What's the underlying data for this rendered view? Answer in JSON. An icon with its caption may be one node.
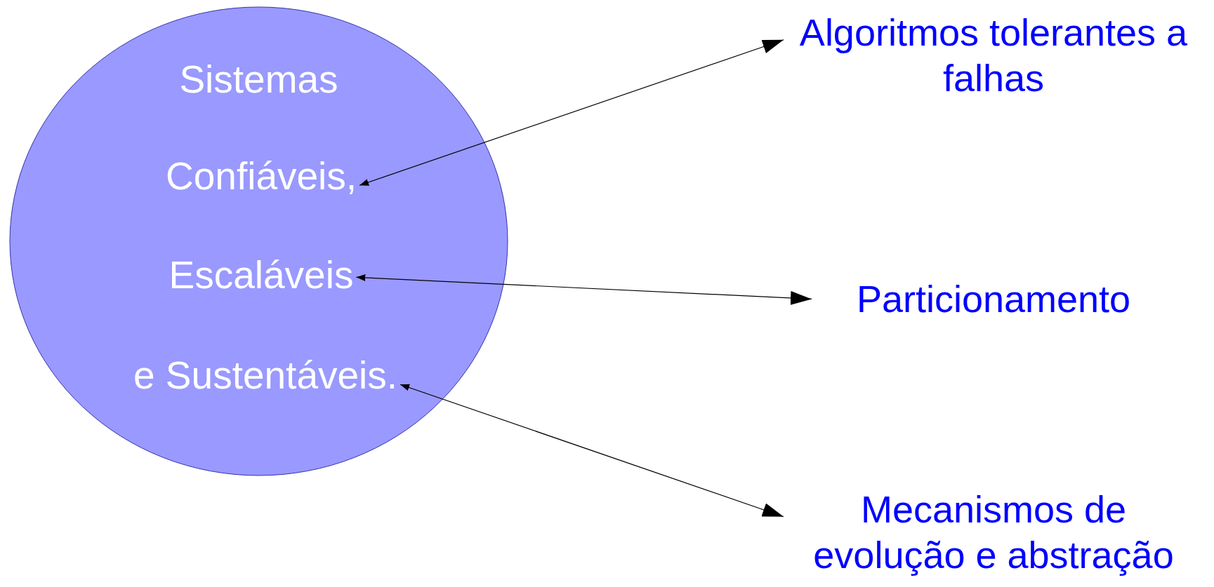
{
  "diagram": {
    "nodes": [
      {
        "text": [
          "Sistemas"
        ]
      },
      {
        "text": [
          "Confiáveis,"
        ],
        "in": 0
      },
      {
        "text": [
          "Escaláveis"
        ],
        "in": 0
      },
      {
        "text": [
          "e Sustentáveis."
        ],
        "in": 0
      },
      {
        "text": [
          "Algoritmos tolerantes a falhas"
        ]
      },
      {
        "text": [
          "Particionamento"
        ]
      },
      {
        "text": [
          "Mecanismos de evolução e abstração"
        ]
      }
    ],
    "edges": [
      {
        "from": 1,
        "to": 4,
        "arrow": "both"
      },
      {
        "from": 2,
        "to": 5,
        "arrow": "both"
      },
      {
        "from": 3,
        "to": 6,
        "arrow": "both"
      }
    ]
  }
}
